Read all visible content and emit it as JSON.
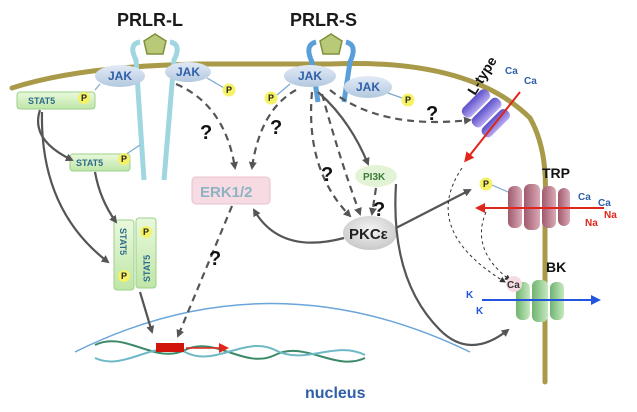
{
  "receptors": {
    "long": "PRLR-L",
    "short": "PRLR-S"
  },
  "kinases": {
    "jak": "JAK",
    "erk": "ERK1/2",
    "pi3k": "PI3K",
    "pkc": "PKCε"
  },
  "stat": "STAT5",
  "phospho": "P",
  "question": "?",
  "channels": {
    "ltype": "L-type",
    "trp": "TRP",
    "bk": "BK"
  },
  "ions": {
    "ca": "Ca",
    "na": "Na",
    "k": "K"
  },
  "nucleus": "nucleus",
  "colors": {
    "membrane": "#a99a4a",
    "stat_fill": "#d8f2c8",
    "jak_fill": "#c9d8ea",
    "receptor": "#9fd6e0",
    "erk_fill": "#f6d6de",
    "arrow": "#555555",
    "red": "#e0251b",
    "blue": "#2255dd"
  }
}
